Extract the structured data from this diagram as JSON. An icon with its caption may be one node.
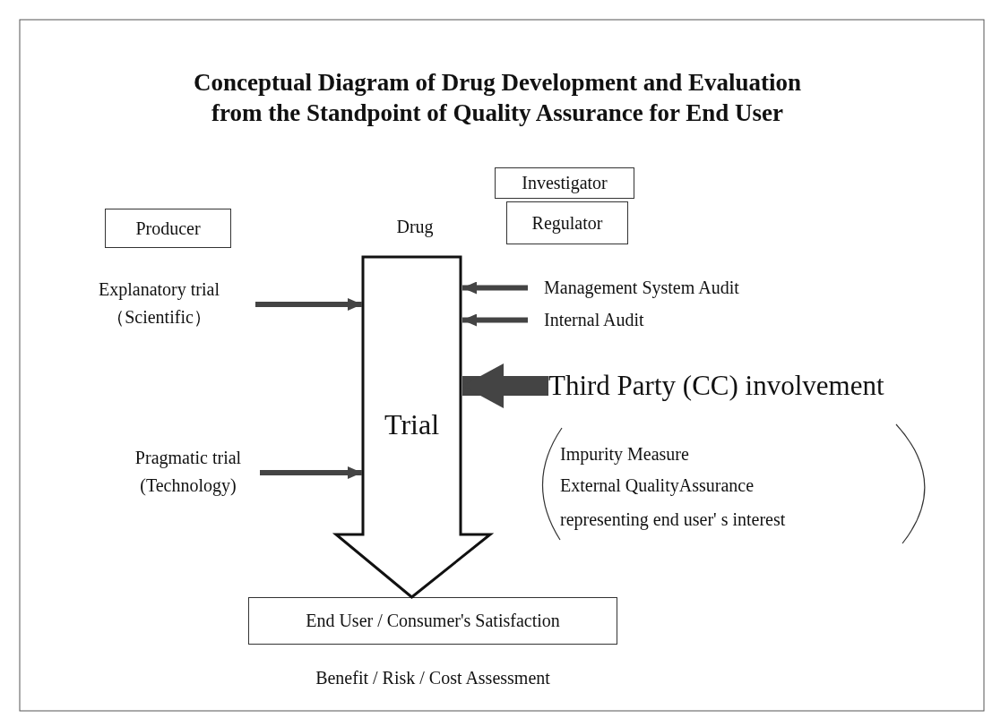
{
  "diagram": {
    "title": "Conceptual Diagram of Drug Development and Evaluation from the Standpoint of Quality Assurance for End User",
    "nodes": [
      {
        "text": [
          "Producer"
        ]
      },
      {
        "text": [
          "Investigator"
        ]
      },
      {
        "text": [
          "Regulator"
        ]
      },
      {
        "text": [
          "Drug"
        ]
      },
      {
        "text": [
          "Explanatory trial （Scientific）"
        ]
      },
      {
        "text": [
          "Pragmatic trial (Technology)"
        ]
      },
      {
        "text": [
          "Management System Audit"
        ]
      },
      {
        "text": [
          "Internal Audit"
        ]
      },
      {
        "text": [
          "Third Party (CC) involvement"
        ]
      },
      {
        "text": [
          "End User / Consumer's Satisfaction"
        ]
      }
    ],
    "edges": [
      {
        "from": 3,
        "to": 9,
        "arrow": "to",
        "label": "Trial",
        "style": "thick"
      },
      {
        "from": 4,
        "to": null,
        "arrow": "to"
      },
      {
        "from": 6,
        "to": null,
        "arrow": "to"
      },
      {
        "from": 7,
        "to": null,
        "arrow": "to"
      },
      {
        "from": 8,
        "to": null,
        "arrow": "to",
        "style": "thick"
      },
      {
        "from": 5,
        "to": null,
        "arrow": "to"
      }
    ],
    "labels": [
      "Impurity Measure",
      "External QualityAssurance",
      "representing end user' s interest",
      "Benefit / Risk / Cost Assessment"
    ]
  }
}
